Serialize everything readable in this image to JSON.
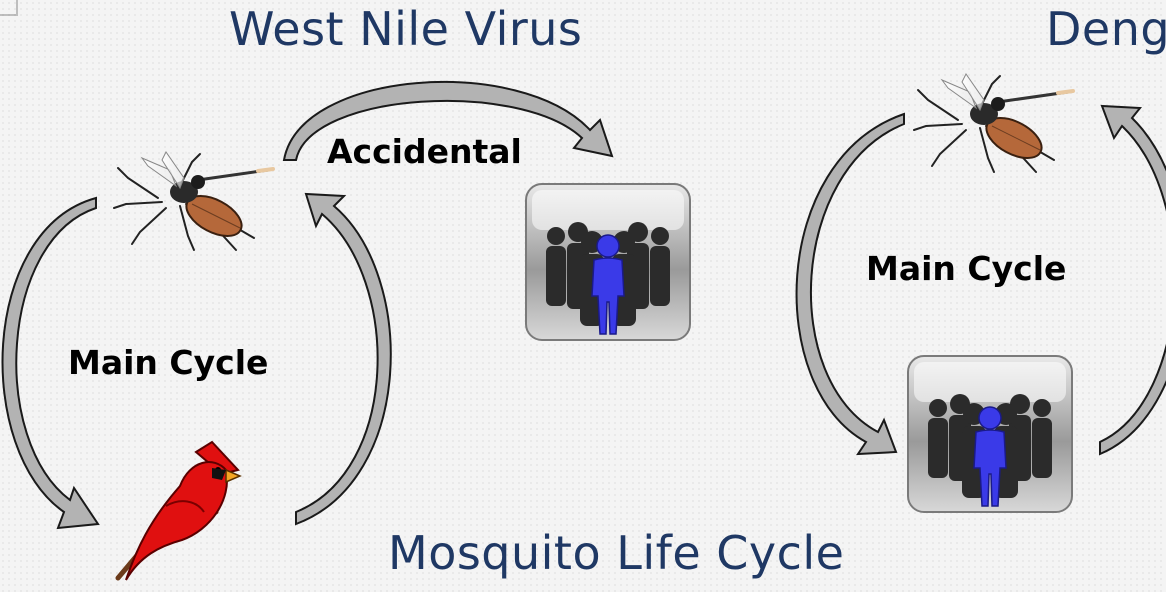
{
  "titles": {
    "west_nile": "West Nile Virus",
    "dengue_partial": "Deng",
    "mosquito": "Mosquito Life Cycle"
  },
  "labels": {
    "accidental": "Accidental",
    "main_cycle_left": "Main Cycle",
    "main_cycle_right": "Main Cycle"
  },
  "icons": [
    "mosquito-icon",
    "cardinal-bird-icon",
    "human-crowd-icon",
    "curved-arrow-icon"
  ],
  "colors": {
    "title": "#1f3864",
    "arrow_fill": "#a6a6a6",
    "bird": "#e01010",
    "person_highlight": "#3a3ae8",
    "mosquito_abdomen": "#b5683a"
  }
}
